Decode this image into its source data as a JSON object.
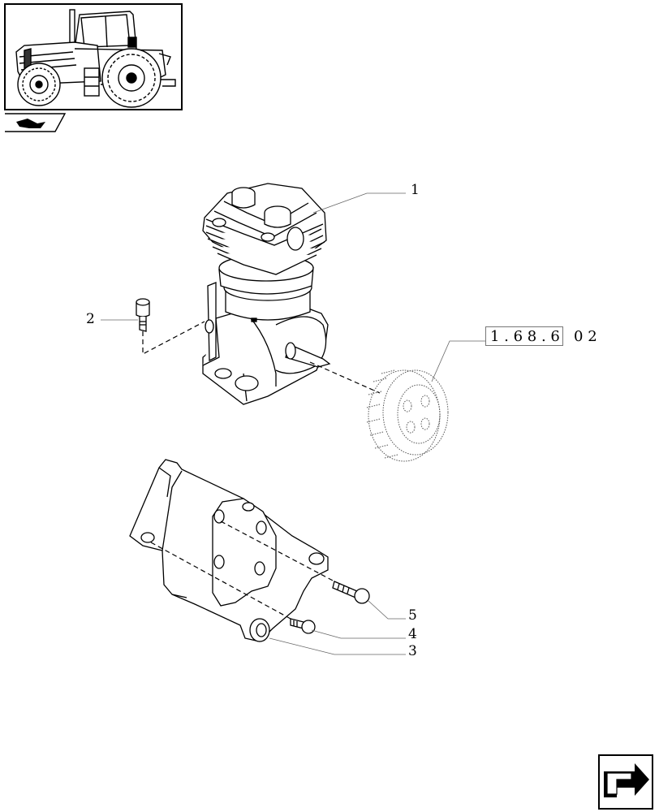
{
  "thumbnail": {
    "icon": "tractor-side-view-icon",
    "tab_icon": "part-category-arrow-icon"
  },
  "callouts": [
    {
      "id": "1",
      "label": "1"
    },
    {
      "id": "2",
      "label": "2"
    },
    {
      "id": "3",
      "label": "3"
    },
    {
      "id": "4",
      "label": "4"
    },
    {
      "id": "5",
      "label": "5"
    }
  ],
  "reference": {
    "code": "1 . 6 8 . 6   0 2"
  },
  "navigation": {
    "icon": "next-page-arrow-icon"
  }
}
